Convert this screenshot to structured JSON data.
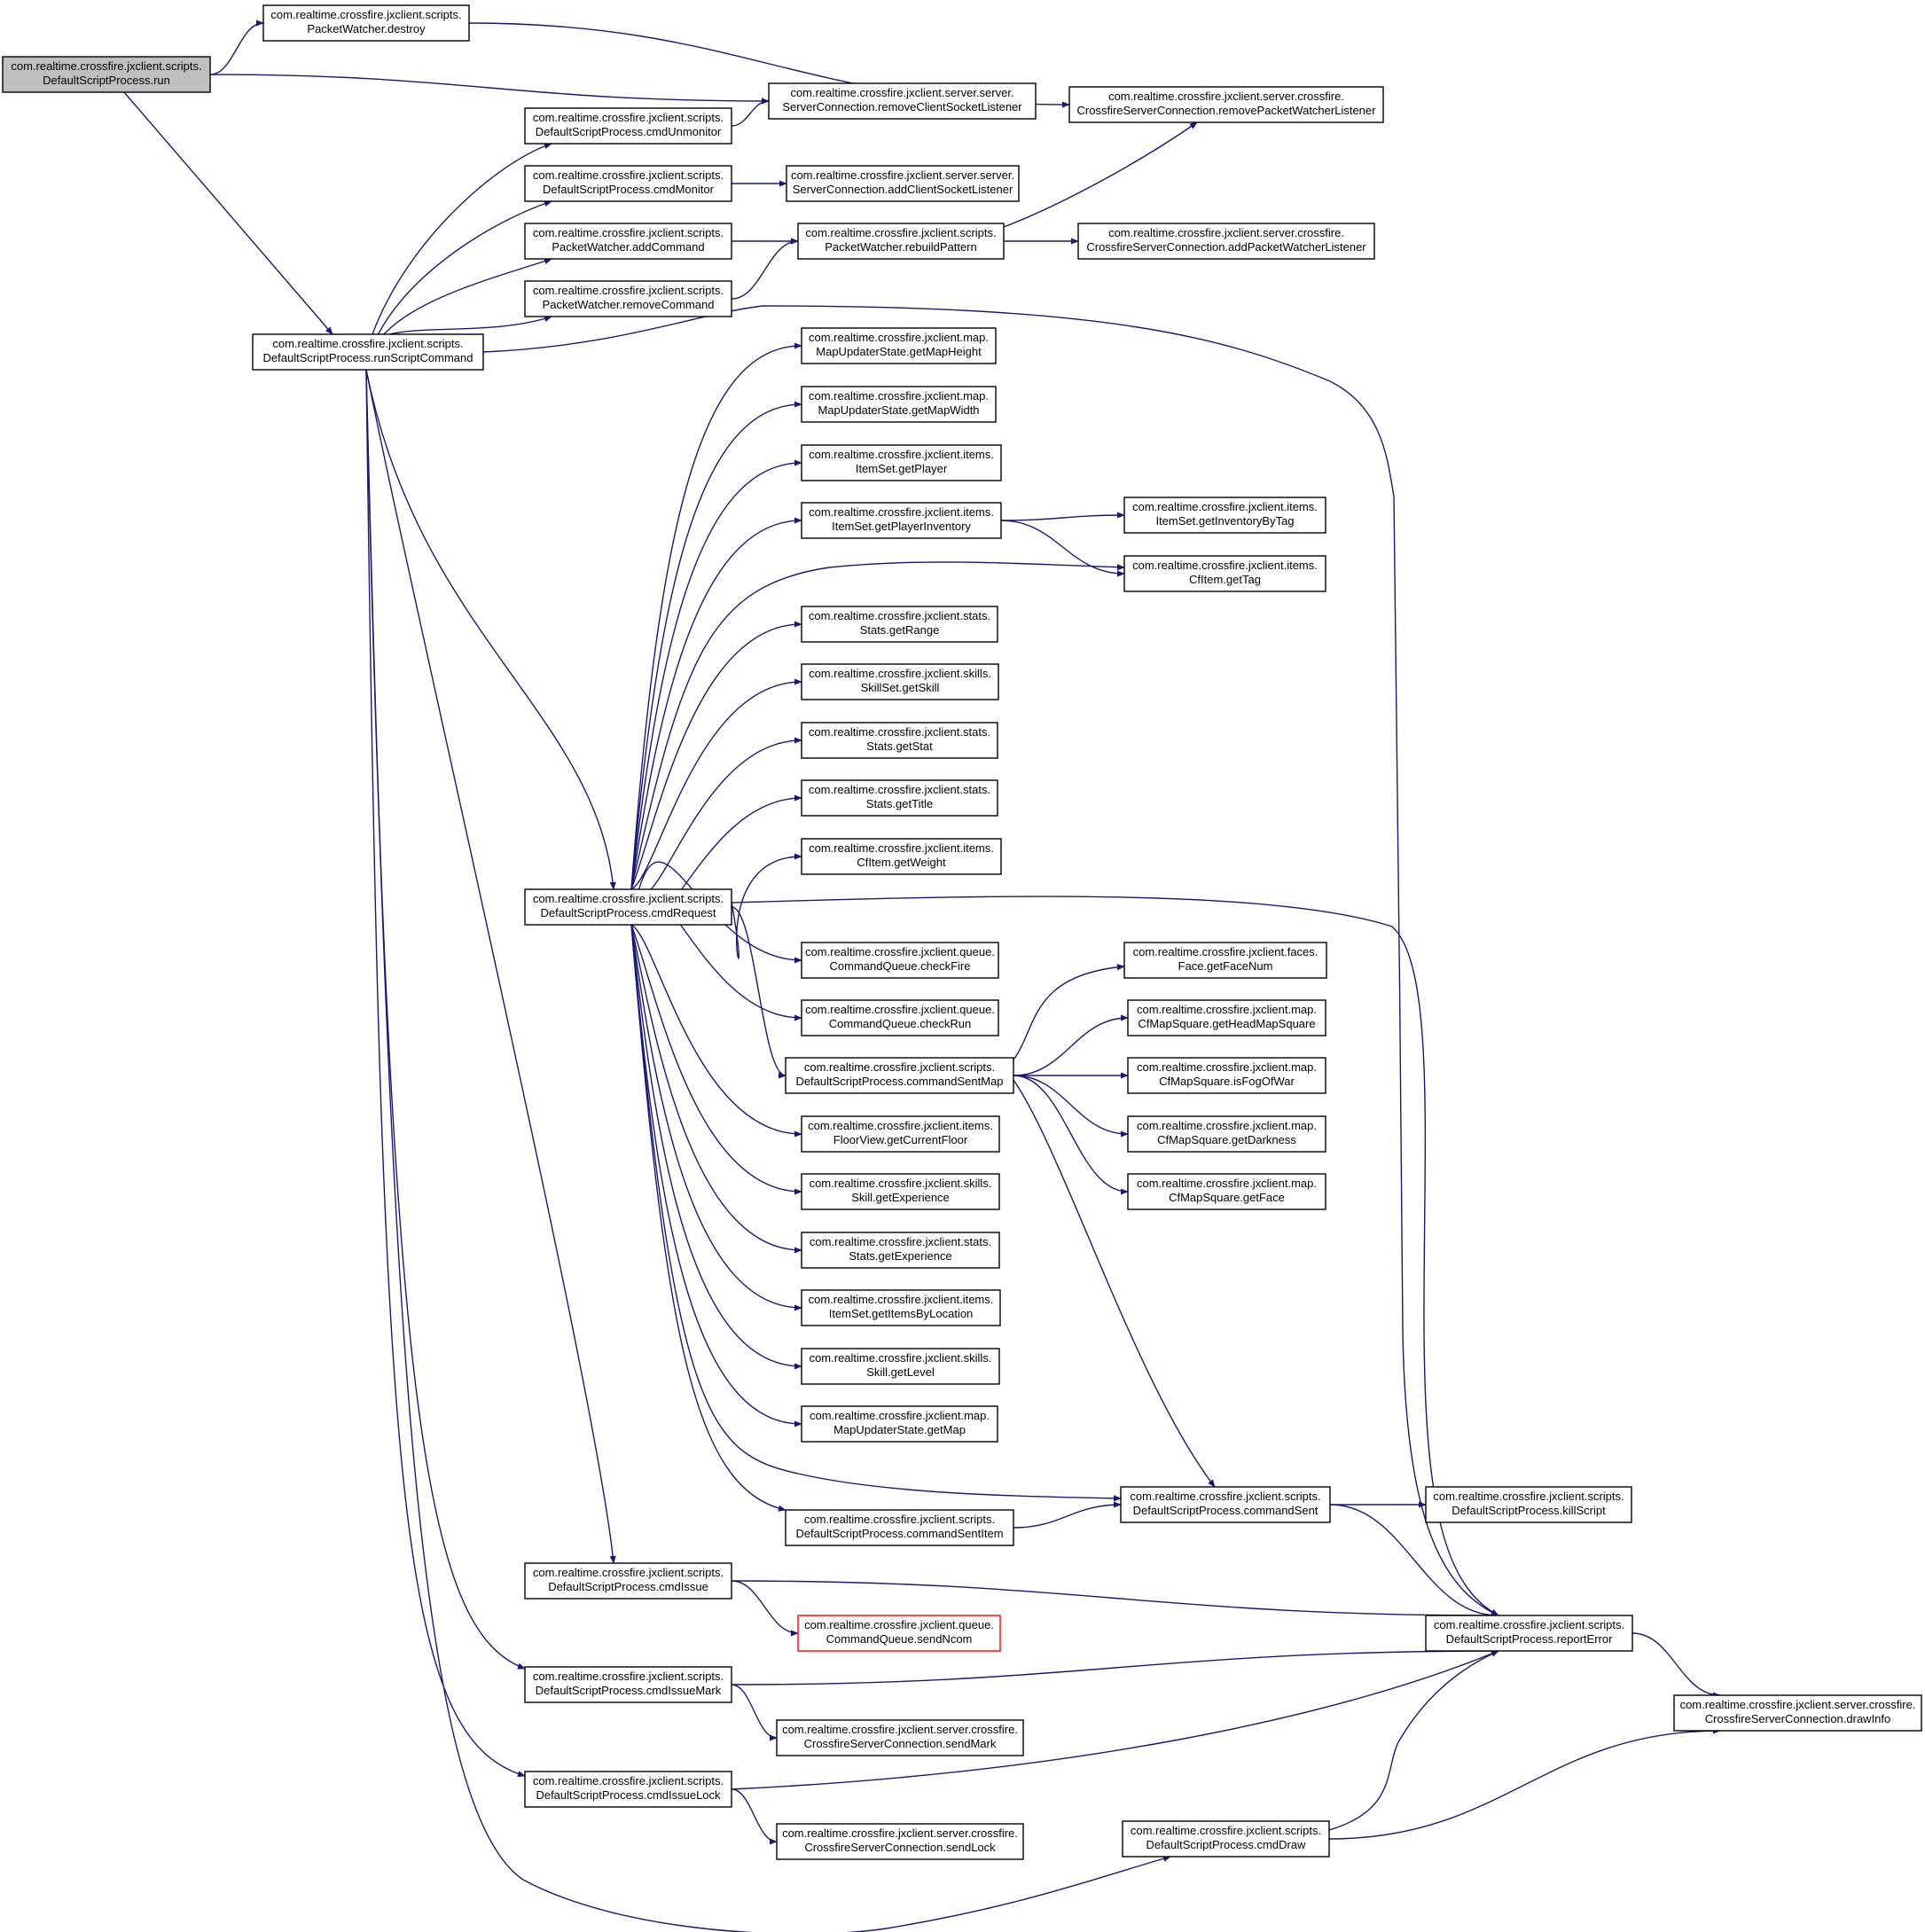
{
  "nodes": {
    "run": [
      "com.realtime.crossfire.jxclient.scripts.",
      "DefaultScriptProcess.run"
    ],
    "destroy": [
      "com.realtime.crossfire.jxclient.scripts.",
      "PacketWatcher.destroy"
    ],
    "removeCSL": [
      "com.realtime.crossfire.jxclient.server.server.",
      "ServerConnection.removeClientSocketListener"
    ],
    "removePWL": [
      "com.realtime.crossfire.jxclient.server.crossfire.",
      "CrossfireServerConnection.removePacketWatcherListener"
    ],
    "cmdUnmonitor": [
      "com.realtime.crossfire.jxclient.scripts.",
      "DefaultScriptProcess.cmdUnmonitor"
    ],
    "cmdMonitor": [
      "com.realtime.crossfire.jxclient.scripts.",
      "DefaultScriptProcess.cmdMonitor"
    ],
    "addCSL": [
      "com.realtime.crossfire.jxclient.server.server.",
      "ServerConnection.addClientSocketListener"
    ],
    "addCommand": [
      "com.realtime.crossfire.jxclient.scripts.",
      "PacketWatcher.addCommand"
    ],
    "rebuild": [
      "com.realtime.crossfire.jxclient.scripts.",
      "PacketWatcher.rebuildPattern"
    ],
    "addPWL": [
      "com.realtime.crossfire.jxclient.server.crossfire.",
      "CrossfireServerConnection.addPacketWatcherListener"
    ],
    "removeCommand": [
      "com.realtime.crossfire.jxclient.scripts.",
      "PacketWatcher.removeCommand"
    ],
    "runScript": [
      "com.realtime.crossfire.jxclient.scripts.",
      "DefaultScriptProcess.runScriptCommand"
    ],
    "getMapHeight": [
      "com.realtime.crossfire.jxclient.map.",
      "MapUpdaterState.getMapHeight"
    ],
    "getMapWidth": [
      "com.realtime.crossfire.jxclient.map.",
      "MapUpdaterState.getMapWidth"
    ],
    "getPlayer": [
      "com.realtime.crossfire.jxclient.items.",
      "ItemSet.getPlayer"
    ],
    "getPlayerInv": [
      "com.realtime.crossfire.jxclient.items.",
      "ItemSet.getPlayerInventory"
    ],
    "getInvByTag": [
      "com.realtime.crossfire.jxclient.items.",
      "ItemSet.getInventoryByTag"
    ],
    "getTag": [
      "com.realtime.crossfire.jxclient.items.",
      "CfItem.getTag"
    ],
    "getRange": [
      "com.realtime.crossfire.jxclient.stats.",
      "Stats.getRange"
    ],
    "getSkill": [
      "com.realtime.crossfire.jxclient.skills.",
      "SkillSet.getSkill"
    ],
    "getStat": [
      "com.realtime.crossfire.jxclient.stats.",
      "Stats.getStat"
    ],
    "getTitle": [
      "com.realtime.crossfire.jxclient.stats.",
      "Stats.getTitle"
    ],
    "getWeight": [
      "com.realtime.crossfire.jxclient.items.",
      "CfItem.getWeight"
    ],
    "cmdRequest": [
      "com.realtime.crossfire.jxclient.scripts.",
      "DefaultScriptProcess.cmdRequest"
    ],
    "checkFire": [
      "com.realtime.crossfire.jxclient.queue.",
      "CommandQueue.checkFire"
    ],
    "checkRun": [
      "com.realtime.crossfire.jxclient.queue.",
      "CommandQueue.checkRun"
    ],
    "cmdSentMap": [
      "com.realtime.crossfire.jxclient.scripts.",
      "DefaultScriptProcess.commandSentMap"
    ],
    "getFaceNum": [
      "com.realtime.crossfire.jxclient.faces.",
      "Face.getFaceNum"
    ],
    "getHeadMap": [
      "com.realtime.crossfire.jxclient.map.",
      "CfMapSquare.getHeadMapSquare"
    ],
    "isFogOfWar": [
      "com.realtime.crossfire.jxclient.map.",
      "CfMapSquare.isFogOfWar"
    ],
    "getDarkness": [
      "com.realtime.crossfire.jxclient.map.",
      "CfMapSquare.getDarkness"
    ],
    "getFace": [
      "com.realtime.crossfire.jxclient.map.",
      "CfMapSquare.getFace"
    ],
    "getCurFloor": [
      "com.realtime.crossfire.jxclient.items.",
      "FloorView.getCurrentFloor"
    ],
    "skillExp": [
      "com.realtime.crossfire.jxclient.skills.",
      "Skill.getExperience"
    ],
    "statsExp": [
      "com.realtime.crossfire.jxclient.stats.",
      "Stats.getExperience"
    ],
    "getItemsByLoc": [
      "com.realtime.crossfire.jxclient.items.",
      "ItemSet.getItemsByLocation"
    ],
    "getLevel": [
      "com.realtime.crossfire.jxclient.skills.",
      "Skill.getLevel"
    ],
    "getMap": [
      "com.realtime.crossfire.jxclient.map.",
      "MapUpdaterState.getMap"
    ],
    "cmdSent": [
      "com.realtime.crossfire.jxclient.scripts.",
      "DefaultScriptProcess.commandSent"
    ],
    "killScript": [
      "com.realtime.crossfire.jxclient.scripts.",
      "DefaultScriptProcess.killScript"
    ],
    "cmdSentItem": [
      "com.realtime.crossfire.jxclient.scripts.",
      "DefaultScriptProcess.commandSentItem"
    ],
    "cmdIssue": [
      "com.realtime.crossfire.jxclient.scripts.",
      "DefaultScriptProcess.cmdIssue"
    ],
    "sendNcom": [
      "com.realtime.crossfire.jxclient.queue.",
      "CommandQueue.sendNcom"
    ],
    "reportError": [
      "com.realtime.crossfire.jxclient.scripts.",
      "DefaultScriptProcess.reportError"
    ],
    "drawInfo": [
      "com.realtime.crossfire.jxclient.server.crossfire.",
      "CrossfireServerConnection.drawInfo"
    ],
    "cmdIssueMark": [
      "com.realtime.crossfire.jxclient.scripts.",
      "DefaultScriptProcess.cmdIssueMark"
    ],
    "sendMark": [
      "com.realtime.crossfire.jxclient.server.crossfire.",
      "CrossfireServerConnection.sendMark"
    ],
    "cmdIssueLock": [
      "com.realtime.crossfire.jxclient.scripts.",
      "DefaultScriptProcess.cmdIssueLock"
    ],
    "sendLock": [
      "com.realtime.crossfire.jxclient.server.crossfire.",
      "CrossfireServerConnection.sendLock"
    ],
    "cmdDraw": [
      "com.realtime.crossfire.jxclient.scripts.",
      "DefaultScriptProcess.cmdDraw"
    ]
  },
  "root_node": "run",
  "truncated_nodes": [
    "sendNcom"
  ],
  "edges": [
    [
      "run",
      "destroy"
    ],
    [
      "run",
      "removeCSL"
    ],
    [
      "run",
      "runScript"
    ],
    [
      "destroy",
      "removePWL"
    ],
    [
      "cmdUnmonitor",
      "removeCSL"
    ],
    [
      "cmdMonitor",
      "addCSL"
    ],
    [
      "addCommand",
      "rebuild"
    ],
    [
      "removeCommand",
      "rebuild"
    ],
    [
      "rebuild",
      "removePWL"
    ],
    [
      "rebuild",
      "addPWL"
    ],
    [
      "runScript",
      "cmdUnmonitor"
    ],
    [
      "runScript",
      "cmdMonitor"
    ],
    [
      "runScript",
      "addCommand"
    ],
    [
      "runScript",
      "removeCommand"
    ],
    [
      "runScript",
      "reportError"
    ],
    [
      "runScript",
      "cmdRequest"
    ],
    [
      "runScript",
      "cmdIssue"
    ],
    [
      "runScript",
      "cmdIssueMark"
    ],
    [
      "runScript",
      "cmdIssueLock"
    ],
    [
      "runScript",
      "cmdDraw"
    ],
    [
      "cmdRequest",
      "getMapHeight"
    ],
    [
      "cmdRequest",
      "getMapWidth"
    ],
    [
      "cmdRequest",
      "getPlayer"
    ],
    [
      "cmdRequest",
      "getPlayerInv"
    ],
    [
      "cmdRequest",
      "getTag"
    ],
    [
      "cmdRequest",
      "getRange"
    ],
    [
      "cmdRequest",
      "getSkill"
    ],
    [
      "cmdRequest",
      "getStat"
    ],
    [
      "cmdRequest",
      "getTitle"
    ],
    [
      "cmdRequest",
      "getWeight"
    ],
    [
      "cmdRequest",
      "reportError"
    ],
    [
      "cmdRequest",
      "checkFire"
    ],
    [
      "cmdRequest",
      "checkRun"
    ],
    [
      "cmdRequest",
      "cmdSentMap"
    ],
    [
      "cmdRequest",
      "getCurFloor"
    ],
    [
      "cmdRequest",
      "skillExp"
    ],
    [
      "cmdRequest",
      "statsExp"
    ],
    [
      "cmdRequest",
      "getItemsByLoc"
    ],
    [
      "cmdRequest",
      "getLevel"
    ],
    [
      "cmdRequest",
      "getMap"
    ],
    [
      "cmdRequest",
      "cmdSent"
    ],
    [
      "cmdRequest",
      "cmdSentItem"
    ],
    [
      "getPlayerInv",
      "getInvByTag"
    ],
    [
      "getPlayerInv",
      "getTag"
    ],
    [
      "cmdSentMap",
      "getFaceNum"
    ],
    [
      "cmdSentMap",
      "getHeadMap"
    ],
    [
      "cmdSentMap",
      "isFogOfWar"
    ],
    [
      "cmdSentMap",
      "getDarkness"
    ],
    [
      "cmdSentMap",
      "getFace"
    ],
    [
      "cmdSentMap",
      "cmdSent"
    ],
    [
      "cmdSent",
      "killScript"
    ],
    [
      "cmdSent",
      "reportError"
    ],
    [
      "cmdSentItem",
      "cmdSent"
    ],
    [
      "cmdIssue",
      "reportError"
    ],
    [
      "cmdIssue",
      "sendNcom"
    ],
    [
      "cmdIssueMark",
      "reportError"
    ],
    [
      "cmdIssueMark",
      "sendMark"
    ],
    [
      "cmdIssueLock",
      "reportError"
    ],
    [
      "cmdIssueLock",
      "sendLock"
    ],
    [
      "reportError",
      "drawInfo"
    ],
    [
      "cmdDraw",
      "reportError"
    ],
    [
      "cmdDraw",
      "drawInfo"
    ]
  ],
  "colors": {
    "edge": "#191970",
    "root_fill": "#bfbfbf",
    "truncated_border": "#ff0000"
  }
}
